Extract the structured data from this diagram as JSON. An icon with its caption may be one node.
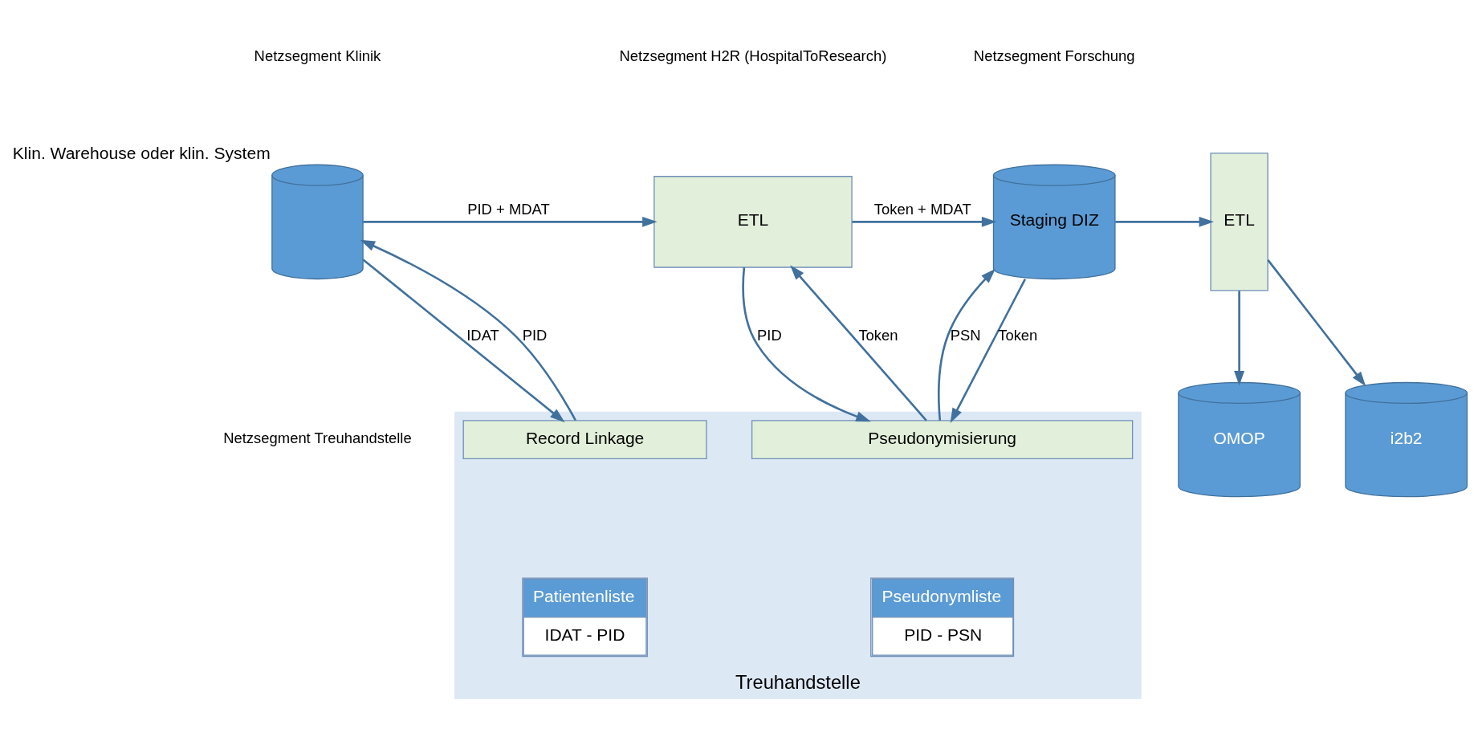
{
  "diagram": {
    "nodes": [
      {
        "text": [],
        "shape": "cylinder",
        "beside": [
          "Klin. Warehouse oder klin. System"
        ]
      },
      {
        "text": [
          "ETL"
        ]
      },
      {
        "text": [
          "Staging DIZ"
        ]
      },
      {
        "text": [
          "ETL"
        ]
      },
      {
        "text": [
          "i2b2"
        ]
      },
      {
        "text": [
          "OMOP"
        ]
      },
      {
        "text": [
          "Treuhandstelle"
        ]
      },
      {
        "text": [
          "Record Linkage"
        ],
        "in": 6
      },
      {
        "text": [
          "Patientenliste",
          "IDAT - PID"
        ],
        "in": 6
      },
      {
        "text": [
          "Pseudonymisierung"
        ],
        "in": 6
      },
      {
        "text": [
          "Pseudonymliste",
          "PID - PSN"
        ],
        "in": 6
      }
    ],
    "edges": [
      {
        "from": 0,
        "to": 1,
        "arrow": "to",
        "label": "PID + MDAT"
      },
      {
        "from": 1,
        "to": 2,
        "arrow": "to",
        "label": "Token + MDAT"
      },
      {
        "from": 2,
        "to": 3,
        "arrow": "to"
      },
      {
        "from": 3,
        "to": 4,
        "arrow": "to"
      },
      {
        "from": 3,
        "to": 5,
        "arrow": "to"
      },
      {
        "from": 0,
        "to": 7,
        "arrow": "to",
        "label": "IDAT"
      },
      {
        "from": 7,
        "to": 0,
        "arrow": "to",
        "label": "PID"
      },
      {
        "from": 1,
        "to": 9,
        "arrow": "to",
        "label": "PID"
      },
      {
        "from": 9,
        "to": 1,
        "arrow": "to",
        "label": "Token"
      },
      {
        "from": 2,
        "to": 9,
        "arrow": "to",
        "label": "Token"
      },
      {
        "from": 9,
        "to": 2,
        "arrow": "to",
        "label": "PSN"
      }
    ],
    "labels": [
      "Netzsegment Klinik",
      "Netzsegment H2R (HospitalToResearch)",
      "Netzsegment Forschung",
      "Netzsegment Treuhandstelle"
    ]
  }
}
